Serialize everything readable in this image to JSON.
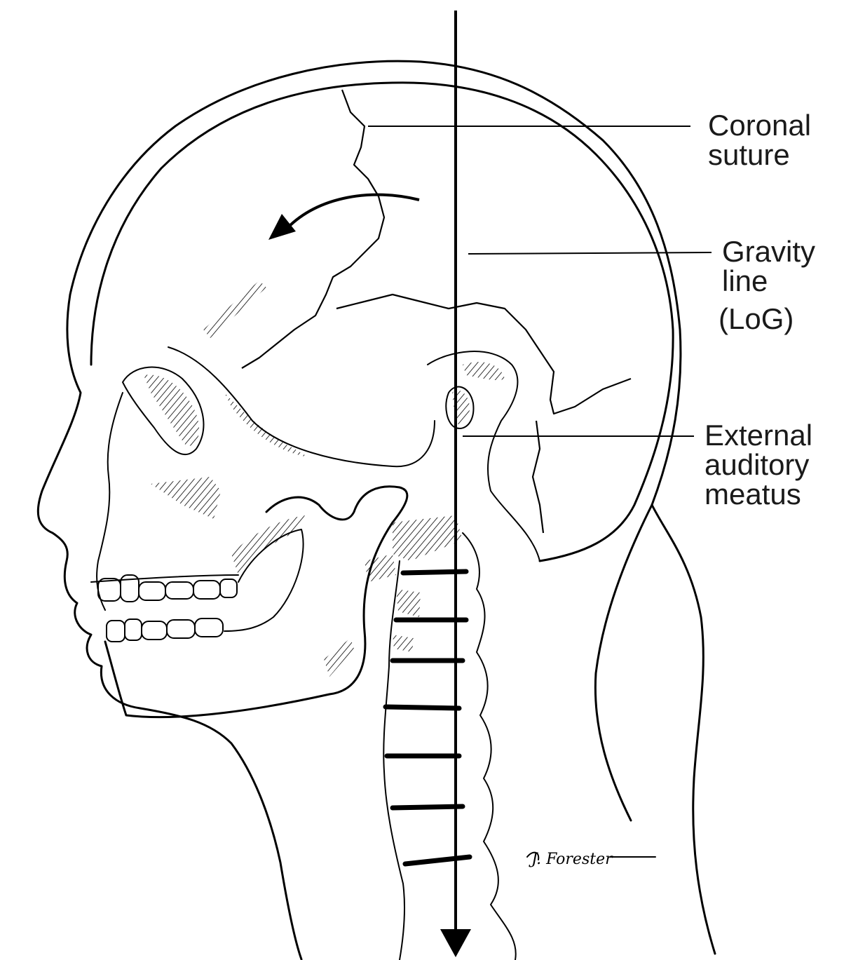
{
  "labels": {
    "coronal_suture": "Coronal\nsuture",
    "gravity_line_1": "Gravity",
    "gravity_line_2": "line",
    "gravity_line_3": "(LoG)",
    "external_auditory_meatus": "External\nauditory\nmeatus"
  },
  "signature": "J. Forester",
  "colors": {
    "ink": "#000000",
    "label_text": "#1a1a1a",
    "background": "#ffffff"
  }
}
